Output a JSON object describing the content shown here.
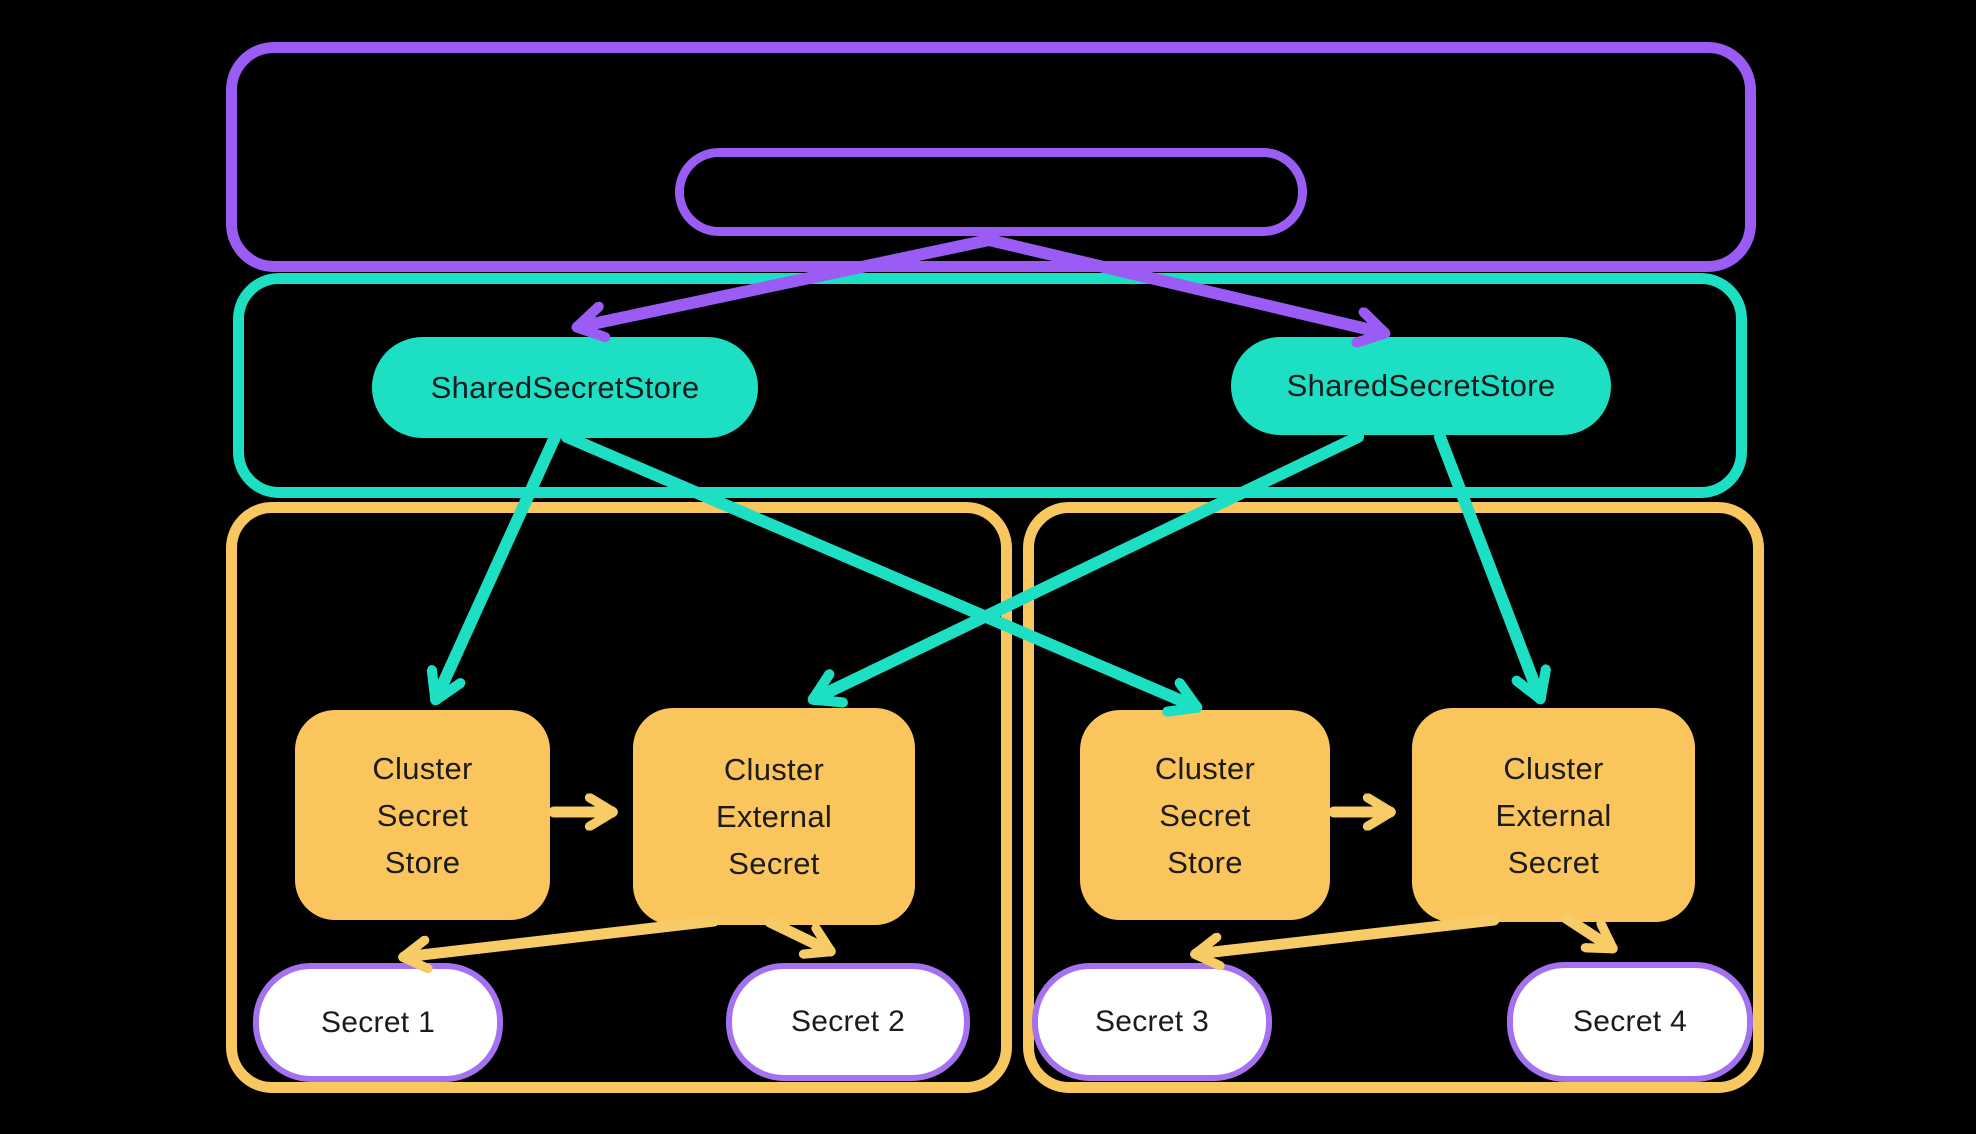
{
  "colors": {
    "purple": "#9B5CF6",
    "teal": "#1CDFC4",
    "orange_fill": "#FAC55C",
    "orange_border": "#F9C75F",
    "arrow_yellow": "#F7CB66",
    "secret_border": "#A472F0",
    "text": "#1B1B1B",
    "background": "#000000"
  },
  "shared_stores": {
    "left": {
      "label": "SharedSecretStore"
    },
    "right": {
      "label": "SharedSecretStore"
    }
  },
  "clusters": {
    "left": {
      "secret_store": {
        "label": "Cluster Secret Store",
        "lines": [
          "Cluster",
          "Secret",
          "Store"
        ]
      },
      "external_secret": {
        "label": "Cluster External Secret",
        "lines": [
          "Cluster",
          "External",
          "Secret"
        ]
      },
      "secrets": {
        "s1": {
          "label": "Secret 1"
        },
        "s2": {
          "label": "Secret 2"
        }
      }
    },
    "right": {
      "secret_store": {
        "label": "Cluster Secret Store",
        "lines": [
          "Cluster",
          "Secret",
          "Store"
        ]
      },
      "external_secret": {
        "label": "Cluster External Secret",
        "lines": [
          "Cluster",
          "External",
          "Secret"
        ]
      },
      "secrets": {
        "s3": {
          "label": "Secret 3"
        },
        "s4": {
          "label": "Secret 4"
        }
      }
    }
  },
  "edges": [
    {
      "from": "top-box-pill",
      "to": "shared-secret-store-left",
      "style": "purple"
    },
    {
      "from": "top-box-pill",
      "to": "shared-secret-store-right",
      "style": "purple"
    },
    {
      "from": "shared-secret-store-left",
      "to": "cluster-secret-store-left",
      "style": "teal"
    },
    {
      "from": "shared-secret-store-left",
      "to": "cluster-secret-store-right",
      "style": "teal"
    },
    {
      "from": "shared-secret-store-right",
      "to": "cluster-external-secret-left",
      "style": "teal"
    },
    {
      "from": "shared-secret-store-right",
      "to": "cluster-external-secret-right",
      "style": "teal"
    },
    {
      "from": "cluster-secret-store-left",
      "to": "cluster-external-secret-left",
      "style": "yellow"
    },
    {
      "from": "cluster-secret-store-right",
      "to": "cluster-external-secret-right",
      "style": "yellow"
    },
    {
      "from": "cluster-external-secret-left",
      "to": "secret-1",
      "style": "yellow"
    },
    {
      "from": "cluster-external-secret-left",
      "to": "secret-2",
      "style": "yellow"
    },
    {
      "from": "cluster-external-secret-right",
      "to": "secret-3",
      "style": "yellow"
    },
    {
      "from": "cluster-external-secret-right",
      "to": "secret-4",
      "style": "yellow"
    }
  ]
}
